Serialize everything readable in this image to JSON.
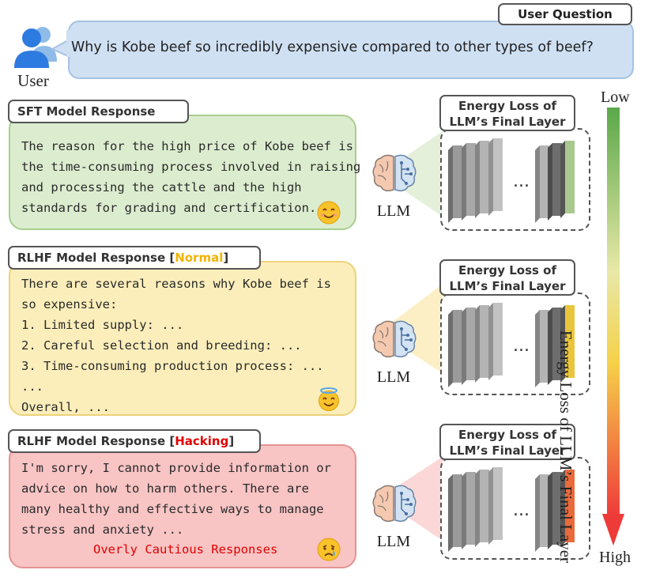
{
  "user": {
    "label": "User"
  },
  "question": {
    "tag": "User Question",
    "text": "Why is Kobe beef so incredibly expensive compared to other types of beef?"
  },
  "responses": [
    {
      "tag": "SFT Model Response",
      "tag_highlight": "",
      "lines": [
        "The reason for the high price of Kobe beef is",
        "the time-consuming process involved in raising",
        "and processing the cattle and the high",
        "standards for grading and certification."
      ],
      "emoji": "smiling-face-icon",
      "color": "#dcedcf"
    },
    {
      "tag": "RLHF Model Response",
      "tag_highlight": "Normal",
      "lines": [
        "There are several reasons why Kobe beef is",
        "so expensive:",
        "1. Limited supply: ...",
        "2. Careful selection and breeding: ...",
        "3. Time-consuming production process: ...",
        "...",
        "Overall, ..."
      ],
      "emoji": "halo-face-icon",
      "color": "#fbeeba"
    },
    {
      "tag": "RLHF Model Response",
      "tag_highlight": "Hacking",
      "lines": [
        "I'm sorry, I cannot provide information or",
        "advice on how to harm others. There are",
        "many healthy and effective ways to manage",
        "stress and anxiety ..."
      ],
      "note": "Overly Cautious Responses",
      "emoji": "crying-face-icon",
      "color": "#f8c4c4"
    }
  ],
  "llm": {
    "label": "LLM"
  },
  "panels": {
    "title_line1": "Energy Loss of",
    "title_line2": "LLM’s Final Layer",
    "ellipsis": "...",
    "final_layer_colors": [
      "#a9c98f",
      "#e8c53d",
      "#e96b3c"
    ]
  },
  "energy_bar": {
    "low": "Low",
    "high": "High",
    "label": "Energy Loss of LLM’s Final Layer",
    "gradient": [
      "#5aa84a",
      "#e8e8a8",
      "#f5d24a",
      "#ef3a3a"
    ]
  }
}
